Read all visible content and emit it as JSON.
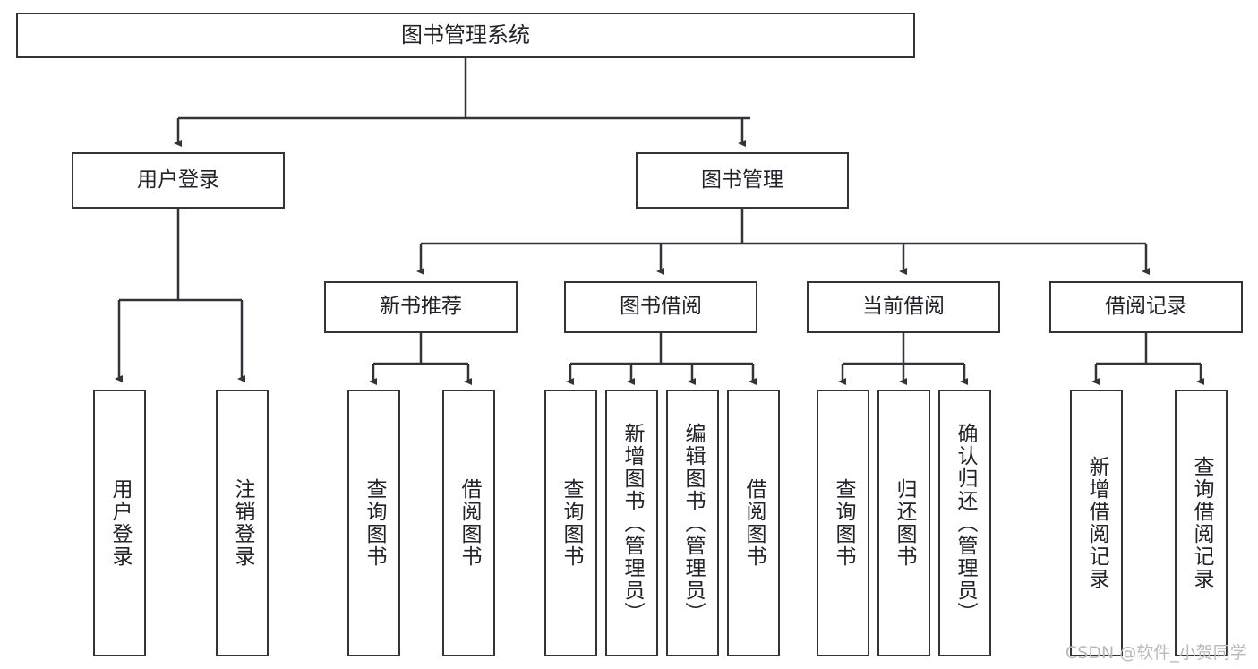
{
  "diagram": {
    "type": "tree",
    "title": "图书管理系统",
    "root": {
      "label": "图书管理系统"
    },
    "level1": [
      {
        "label": "用户登录"
      },
      {
        "label": "图书管理"
      }
    ],
    "level2": [
      {
        "label": "新书推荐"
      },
      {
        "label": "图书借阅"
      },
      {
        "label": "当前借阅"
      },
      {
        "label": "借阅记录"
      }
    ],
    "leaves": {
      "user_login": [
        {
          "label": "用户登录"
        },
        {
          "label": "注销登录"
        }
      ],
      "new_book_recommend": [
        {
          "label": "查询图书"
        },
        {
          "label": "借阅图书"
        }
      ],
      "book_borrow": [
        {
          "label": "查询图书"
        },
        {
          "label": "新增图书（管理员）"
        },
        {
          "label": "编辑图书（管理员）"
        },
        {
          "label": "借阅图书"
        }
      ],
      "current_borrow": [
        {
          "label": "查询图书"
        },
        {
          "label": "归还图书"
        },
        {
          "label": "确认归还（管理员）"
        }
      ],
      "borrow_record": [
        {
          "label": "新增借阅记录"
        },
        {
          "label": "查询借阅记录"
        }
      ]
    }
  },
  "watermark": {
    "text": "CSDN @软件_小贺同学"
  },
  "colors": {
    "stroke": "#33333a",
    "text": "#22222a",
    "background": "#ffffff",
    "watermark": "#b9b9bd"
  }
}
